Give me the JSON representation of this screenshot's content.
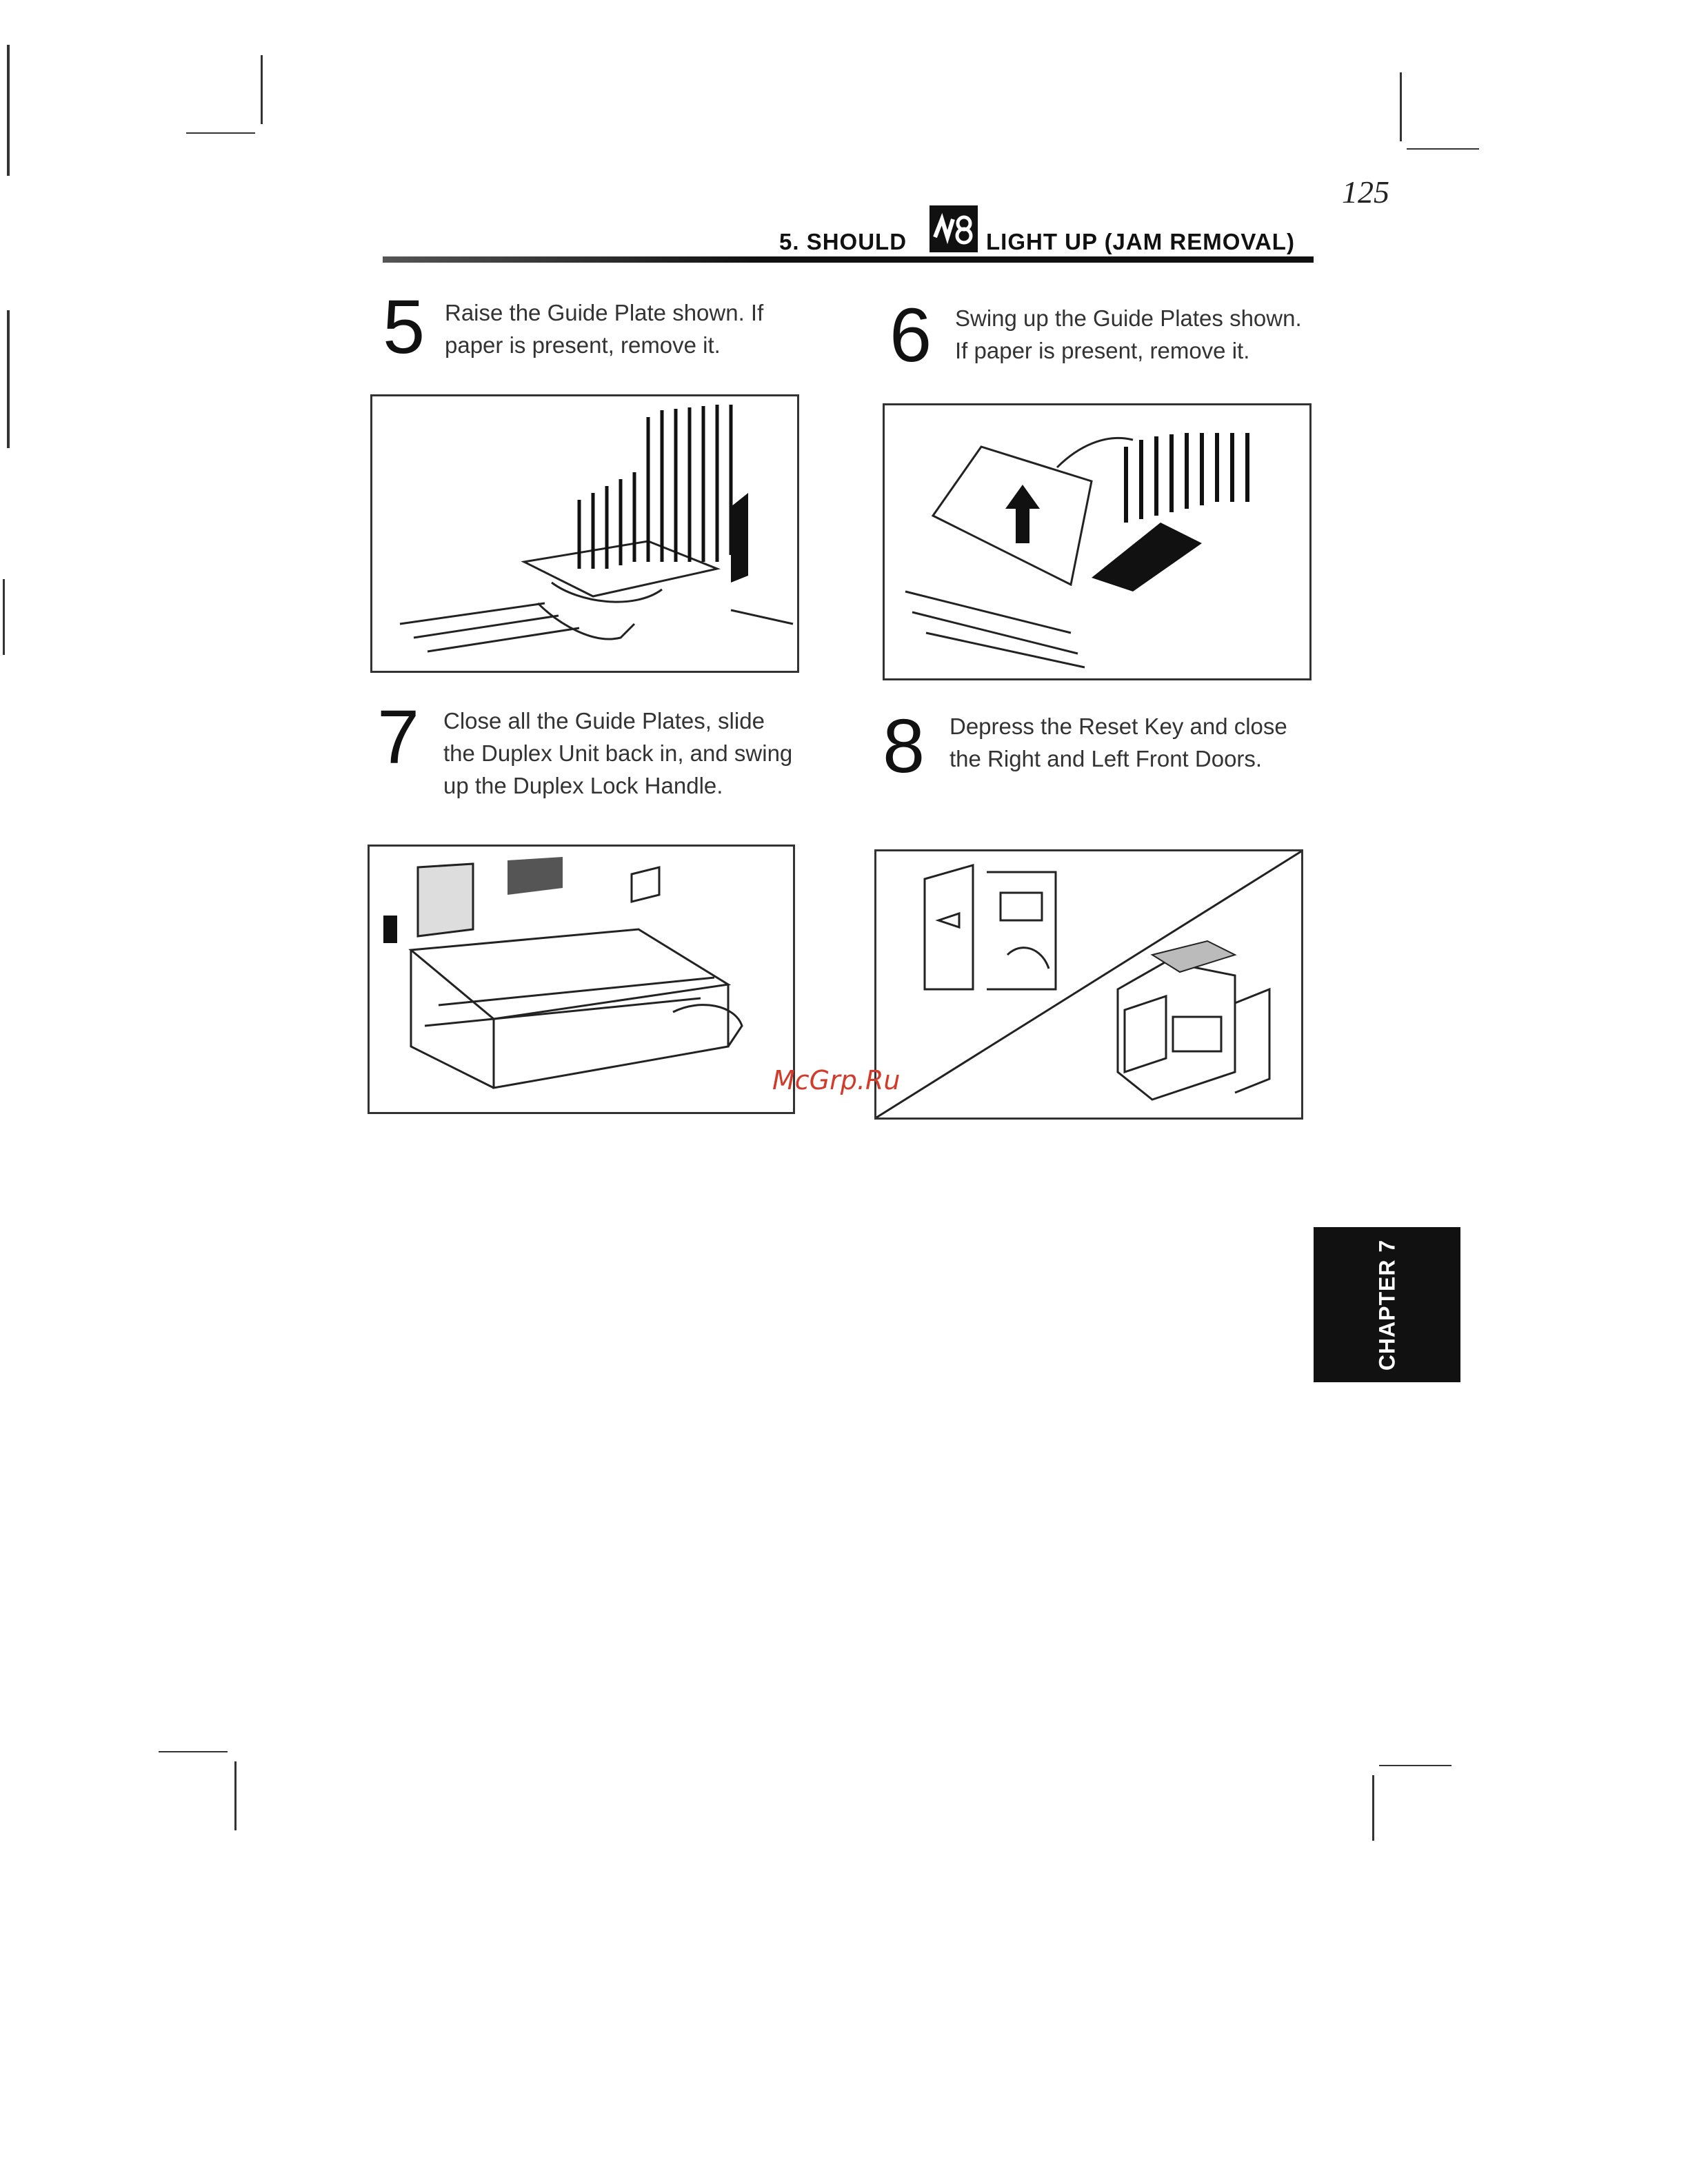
{
  "page_number": "125",
  "header": {
    "section_prefix": "5. SHOULD",
    "icon_text": "∥8",
    "section_suffix": "LIGHT UP (JAM REMOVAL)",
    "icon_name": "misfeed-indicator-icon"
  },
  "steps": [
    {
      "number": "5",
      "text": "Raise the Guide Plate shown. If paper is present, remove it."
    },
    {
      "number": "6",
      "text": "Swing up the Guide Plates shown. If paper is present, remove it."
    },
    {
      "number": "7",
      "text": "Close all the Guide Plates, slide the Duplex Unit back in, and swing up the Duplex Lock Handle."
    },
    {
      "number": "8",
      "text": "Depress the Reset Key and close the Right and Left Front Doors."
    }
  ],
  "watermark": "McGrp.Ru",
  "chapter_tab": "CHAPTER 7"
}
